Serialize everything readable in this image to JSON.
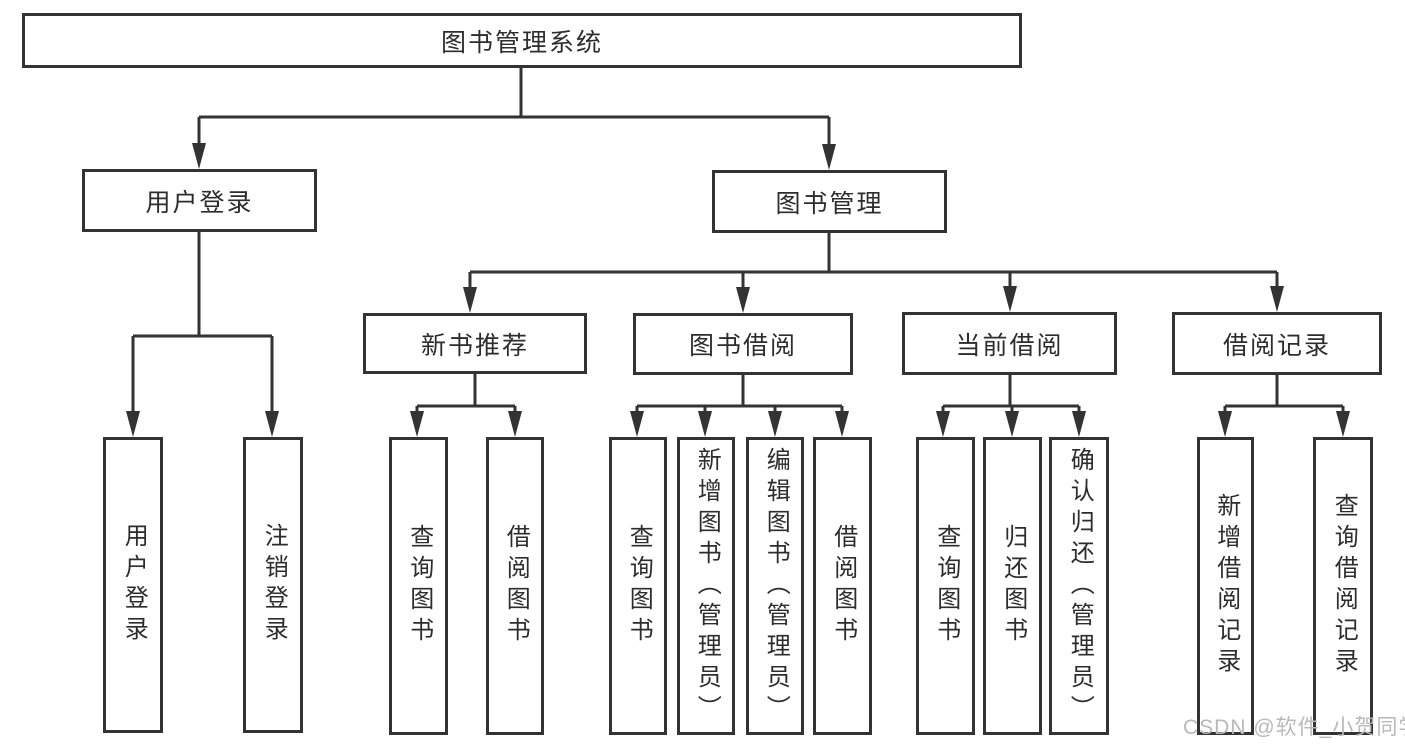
{
  "nodes": {
    "root": {
      "label": "图书管理系统"
    },
    "level2": [
      {
        "label": "用户登录",
        "parent": "图书管理系统"
      },
      {
        "label": "图书管理",
        "parent": "图书管理系统"
      }
    ],
    "level3": [
      {
        "label": "新书推荐",
        "parent": "图书管理"
      },
      {
        "label": "图书借阅",
        "parent": "图书管理"
      },
      {
        "label": "当前借阅",
        "parent": "图书管理"
      },
      {
        "label": "借阅记录",
        "parent": "图书管理"
      }
    ],
    "leaves": [
      {
        "label": "用户登录",
        "parent": "用户登录"
      },
      {
        "label": "注销登录",
        "parent": "用户登录"
      },
      {
        "label": "查询图书",
        "parent": "新书推荐"
      },
      {
        "label": "借阅图书",
        "parent": "新书推荐"
      },
      {
        "label": "查询图书",
        "parent": "图书借阅"
      },
      {
        "label": "新增图书（管理员）",
        "parent": "图书借阅"
      },
      {
        "label": "编辑图书（管理员）",
        "parent": "图书借阅"
      },
      {
        "label": "借阅图书",
        "parent": "图书借阅"
      },
      {
        "label": "查询图书",
        "parent": "当前借阅"
      },
      {
        "label": "归还图书",
        "parent": "当前借阅"
      },
      {
        "label": "确认归还（管理员）",
        "parent": "当前借阅"
      },
      {
        "label": "新增借阅记录",
        "parent": "借阅记录"
      },
      {
        "label": "查询借阅记录",
        "parent": "借阅记录"
      }
    ]
  },
  "watermark": {
    "text": "CSDN @软件_小贺同学"
  },
  "colors": {
    "line": "#333333",
    "text": "#2d2d2d",
    "background": "#ffffff",
    "watermark": "#b9b9b9"
  }
}
